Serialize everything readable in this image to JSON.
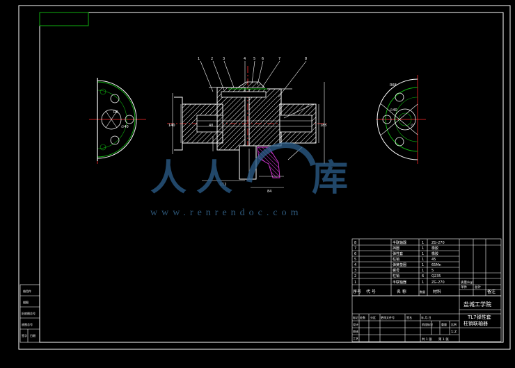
{
  "colors": {
    "background": "#000000",
    "lines": "#ffffff",
    "dims": "#ffffff",
    "centerline": "#ff2a2a",
    "green": "#10b010",
    "hatch": "#ffffff",
    "cutaway": "#cc33cc",
    "watermark": "#2d5f8c"
  },
  "watermark": {
    "logo_chars": [
      "人",
      "人",
      "库"
    ],
    "url": "www.renrendoc.com"
  },
  "title_block": {
    "school": "盐城工学院",
    "drawing_title": [
      "TL7弹性套",
      "柱销联轴器"
    ],
    "scale": "1:2",
    "sheet_left": "共 1 张",
    "sheet_right": "第 1 张",
    "header": {
      "no": "序号",
      "code": "代  号",
      "name": "名   称",
      "qty": "数量",
      "material": "材料",
      "single": "单件",
      "total": "总计",
      "remark": "备注",
      "weight": "质量(kg)"
    },
    "parts": [
      {
        "no": "8",
        "name": "半联轴器",
        "qty": "1",
        "material": "ZG-270"
      },
      {
        "no": "7",
        "name": "挡圈",
        "qty": "1",
        "material": "橡胶"
      },
      {
        "no": "6",
        "name": "弹性套",
        "qty": "1",
        "material": "橡胶"
      },
      {
        "no": "5",
        "name": "柱销",
        "qty": "1",
        "material": "45"
      },
      {
        "no": "4",
        "name": "弹簧垫圈",
        "qty": "1",
        "material": "65Mn"
      },
      {
        "no": "3",
        "name": "螺母",
        "qty": "1",
        "material": "5"
      },
      {
        "no": "2",
        "name": "柱销",
        "qty": "6",
        "material": "Q235"
      },
      {
        "no": "1",
        "name": "半联轴器",
        "qty": "1",
        "material": "ZG-270"
      }
    ],
    "sign_rows": [
      "标记",
      "设计",
      "审核",
      "工艺"
    ],
    "sign_cols": [
      "处数",
      "分区",
      "更改文件号",
      "签名",
      "年.月.日"
    ],
    "stage": "阶段标记",
    "weight": "重量",
    "scale_label": "比例"
  },
  "left_strip": [
    "借用件",
    "",
    "描图",
    "",
    "旧底图总号",
    "",
    "底图总号",
    "",
    "签字",
    "日期"
  ],
  "balloons": [
    "1",
    "2",
    "3",
    "4",
    "5",
    "6",
    "7",
    "8"
  ],
  "dims": {
    "overall_len": "112",
    "hub_len": "84",
    "hub_dia": "140",
    "bore": "40",
    "dim_r": "185"
  }
}
